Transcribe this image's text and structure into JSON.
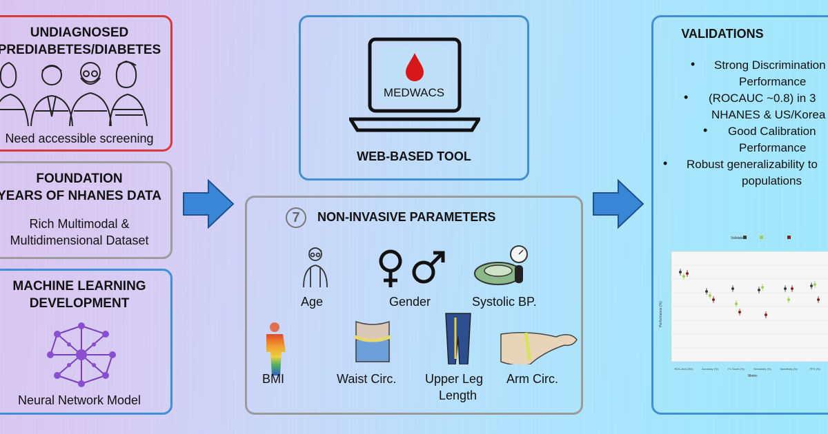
{
  "undiagnosed": {
    "title_line1": "UNDIAGNOSED",
    "title_line2": "PREDIABETES/DIABETES",
    "caption": "Need accessible screening"
  },
  "foundation": {
    "title_line1": "FOUNDATION",
    "title_line2": "YEARS OF NHANES DATA",
    "body_line1": "Rich Multimodal &",
    "body_line2": "Multidimensional Dataset"
  },
  "ml": {
    "title_line1": "MACHINE LEARNING",
    "title_line2": "DEVELOPMENT",
    "caption": "Neural Network Model"
  },
  "web_tool": {
    "screen_label": "MEDWACS",
    "title": "WEB-BASED TOOL"
  },
  "params": {
    "count": "7",
    "title": "NON-INVASIVE PARAMETERS",
    "age": "Age",
    "gender": "Gender",
    "systolic": "Systolic BP.",
    "bmi": "BMI",
    "waist": "Waist Circ.",
    "upper_leg_1": "Upper Leg",
    "upper_leg_2": "Length",
    "arm": "Arm Circ."
  },
  "validations": {
    "title": "VALIDATIONS",
    "bullets": [
      {
        "line1": "Strong Discrimination",
        "line2": "Performance",
        "bullet": true
      },
      {
        "line1": "(ROCAUC ~0.8) in 3",
        "line2": "NHANES & US/Korea",
        "bullet": true
      },
      {
        "line1": "Good Calibration",
        "line2": "Performance",
        "bullet": true
      },
      {
        "line1": "Robust generalizability to",
        "line2": "populations",
        "bullet": true
      }
    ],
    "chart_ylabel": "Performance (%)",
    "chart_xlabel": "Metric",
    "legend_title": "Validation",
    "x_labels": [
      "ROC-AUC(SE)",
      "Accuracy (%)",
      "F1 Score (%)",
      "Sensitivity (%)",
      "Specificity (%)",
      "PPV (%)"
    ],
    "colors": {
      "accent_blue": "#3f8fd6",
      "drop_red": "#d81818",
      "border_red": "#d63a3a"
    }
  }
}
